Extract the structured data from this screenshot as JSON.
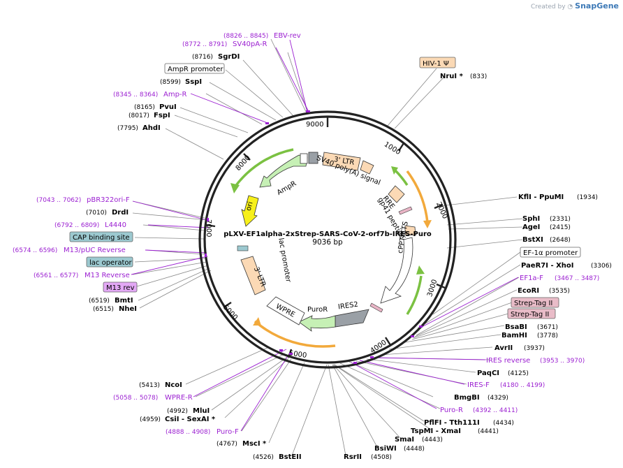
{
  "credit": {
    "prefix": "Created by",
    "brand": "SnapGene"
  },
  "map": {
    "name": "pLXV-EF1alpha-2xStrep-SARS-CoV-2-orf7b-IRES-Puro",
    "length": "9036 bp",
    "ticks": [
      "1000",
      "2000",
      "3000",
      "4000",
      "5000",
      "6000",
      "7000",
      "8000",
      "9000"
    ]
  },
  "right_labels": [
    {
      "name": "KflI  - PpuMI",
      "pos": "(1934)"
    },
    {
      "name": "SphI",
      "pos": "(2331)"
    },
    {
      "name": "AgeI",
      "pos": "(2415)"
    },
    {
      "name": "BstXI",
      "pos": "(2648)"
    },
    {
      "box": "EF-1α promoter"
    },
    {
      "name": "PaeR7I  - XhoI",
      "pos": "(3306)"
    },
    {
      "primer": "EF1a-F",
      "pos": "(3467 .. 3487)"
    },
    {
      "name": "EcoRI",
      "pos": "(3535)"
    },
    {
      "box": "Strep-Tag II"
    },
    {
      "box": "Strep-Tag II"
    },
    {
      "name": "BsaBI",
      "pos": "(3671)"
    },
    {
      "name": "BamHI",
      "pos": "(3778)"
    },
    {
      "name": "AvrII",
      "pos": "(3937)"
    },
    {
      "primer": "IRES reverse",
      "pos": "(3953 .. 3970)"
    },
    {
      "name": "PaqCI",
      "pos": "(4125)"
    },
    {
      "primer": "IRES-F",
      "pos": "(4180 .. 4199)"
    },
    {
      "name": "BmgBI",
      "pos": "(4329)"
    },
    {
      "primer": "Puro-R",
      "pos": "(4392 .. 4411)"
    },
    {
      "name": "PflFI  - Tth111I",
      "pos": "(4434)"
    },
    {
      "name": "TspMI  - XmaI",
      "pos": "(4441)"
    },
    {
      "name": "SmaI",
      "pos": "(4443)"
    },
    {
      "name": "BsiWI",
      "pos": "(4448)"
    },
    {
      "name": "RsrII",
      "pos": "(4508)"
    }
  ],
  "left_labels": [
    {
      "primer": "EBV-rev",
      "pos": "(8826 .. 8845)"
    },
    {
      "primer": "SV40pA-R",
      "pos": "(8772 .. 8791)"
    },
    {
      "name": "SgrDI",
      "pos": "(8716)"
    },
    {
      "box": "AmpR promoter"
    },
    {
      "name": "SspI",
      "pos": "(8599)"
    },
    {
      "primer": "Amp-R",
      "pos": "(8345 .. 8364)"
    },
    {
      "name": "PvuI",
      "pos": "(8165)"
    },
    {
      "name": "FspI",
      "pos": "(8017)"
    },
    {
      "name": "AhdI",
      "pos": "(7795)"
    },
    {
      "primer": "pBR322ori-F",
      "pos": "(7043 .. 7062)"
    },
    {
      "name": "DrdI",
      "pos": "(7010)"
    },
    {
      "primer": "L4440",
      "pos": "(6792 .. 6809)"
    },
    {
      "box": "CAP binding site"
    },
    {
      "primer": "M13/pUC Reverse",
      "pos": "(6574 .. 6596)"
    },
    {
      "box": "lac operator"
    },
    {
      "primer": "M13 Reverse",
      "pos": "(6561 .. 6577)"
    },
    {
      "box": "M13 rev"
    },
    {
      "name": "BmtI",
      "pos": "(6519)"
    },
    {
      "name": "NheI",
      "pos": "(6515)"
    },
    {
      "name": "NcoI",
      "pos": "(5413)"
    },
    {
      "primer": "WPRE-R",
      "pos": "(5058 .. 5078)"
    },
    {
      "name": "MluI",
      "pos": "(4992)"
    },
    {
      "name": "CsiI  - SexAI *",
      "pos": "(4959)"
    },
    {
      "primer": "Puro-F",
      "pos": "(4888 .. 4908)"
    },
    {
      "name": "MscI *",
      "pos": "(4767)"
    },
    {
      "name": "BstEII",
      "pos": "(4526)"
    }
  ],
  "top_right": [
    {
      "box": "HIV-1 Ψ"
    },
    {
      "name": "NruI *",
      "pos": "(833)"
    }
  ],
  "features": {
    "ltr3_top": "3' LTR",
    "sv40": "SV40 poly(A) signal",
    "rre": "RRE",
    "gp41": "gp41 peptide",
    "cppt": "cPPT/CTS",
    "ires2": "IRES2",
    "puror": "PuroR",
    "wpre": "WPRE",
    "ltr3_left": "3' LTR",
    "lac": "lac promoter",
    "ori": "ori",
    "ampr": "AmpR"
  },
  "colors": {
    "primer": "#9b1fd1",
    "box_orange": "#fbd9b5",
    "box_pink": "#e9bcc8",
    "box_teal": "#9cc9d0",
    "box_purple": "#e3a8f5",
    "green": "#7bc142",
    "orange": "#f2a93b"
  }
}
